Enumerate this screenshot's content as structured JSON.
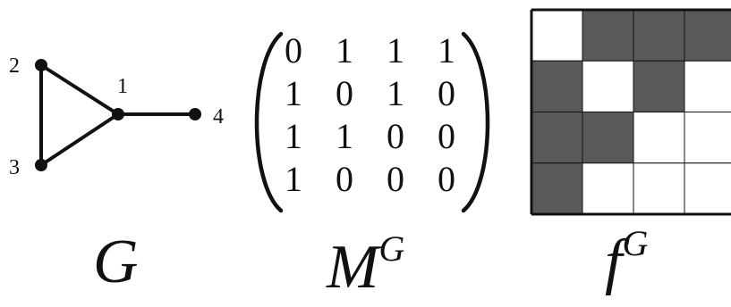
{
  "graph": {
    "nodes": [
      {
        "id": "1",
        "label": "1"
      },
      {
        "id": "2",
        "label": "2"
      },
      {
        "id": "3",
        "label": "3"
      },
      {
        "id": "4",
        "label": "4"
      }
    ],
    "edges": [
      [
        "1",
        "2"
      ],
      [
        "1",
        "3"
      ],
      [
        "2",
        "3"
      ],
      [
        "1",
        "4"
      ]
    ],
    "caption": "G"
  },
  "matrix": {
    "rows": [
      [
        "0",
        "1",
        "1",
        "1"
      ],
      [
        "1",
        "0",
        "1",
        "0"
      ],
      [
        "1",
        "1",
        "0",
        "0"
      ],
      [
        "1",
        "0",
        "0",
        "0"
      ]
    ],
    "caption_base": "M",
    "caption_sup": "G"
  },
  "grid": {
    "cells": [
      [
        0,
        1,
        1,
        1
      ],
      [
        1,
        0,
        1,
        0
      ],
      [
        1,
        1,
        0,
        0
      ],
      [
        1,
        0,
        0,
        0
      ]
    ],
    "filled_color": "#595959",
    "empty_color": "#ffffff",
    "caption_base": "f",
    "caption_sup": "G"
  }
}
